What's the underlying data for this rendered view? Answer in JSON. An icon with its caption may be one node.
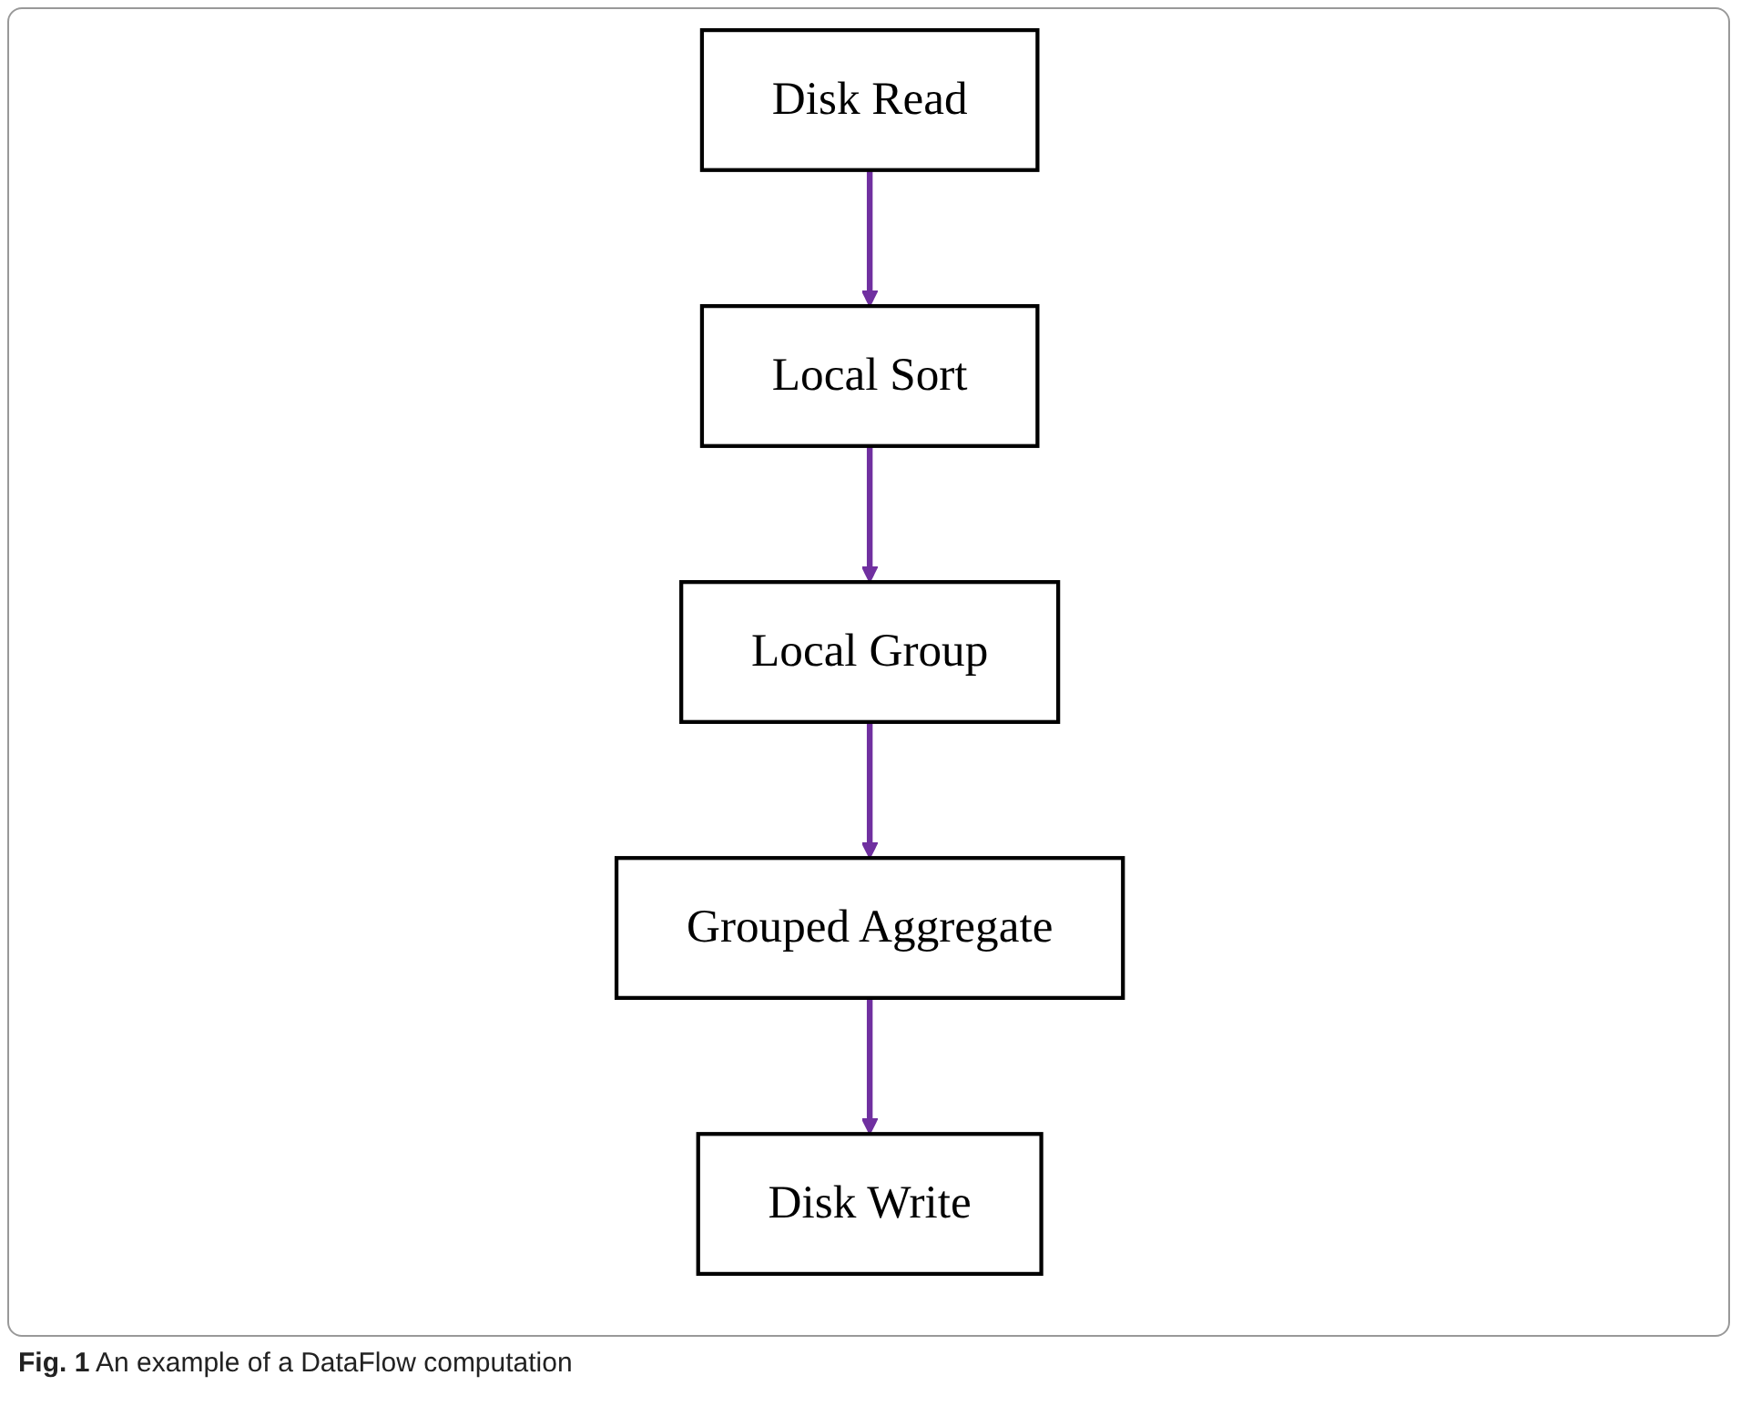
{
  "diagram": {
    "caption": "**Fig. 1** An example of a DataFlow computation",
    "nodes": [
      {
        "text": [
          "Disk Read"
        ]
      },
      {
        "text": [
          "Local Sort"
        ]
      },
      {
        "text": [
          "Local Group"
        ]
      },
      {
        "text": [
          "Grouped Aggregate"
        ]
      },
      {
        "text": [
          "Disk Write"
        ]
      }
    ],
    "edges": [
      {
        "from": 0,
        "to": 1,
        "arrow": "to"
      },
      {
        "from": 1,
        "to": 2,
        "arrow": "to"
      },
      {
        "from": 2,
        "to": 3,
        "arrow": "to"
      },
      {
        "from": 3,
        "to": 4,
        "arrow": "to"
      }
    ]
  }
}
